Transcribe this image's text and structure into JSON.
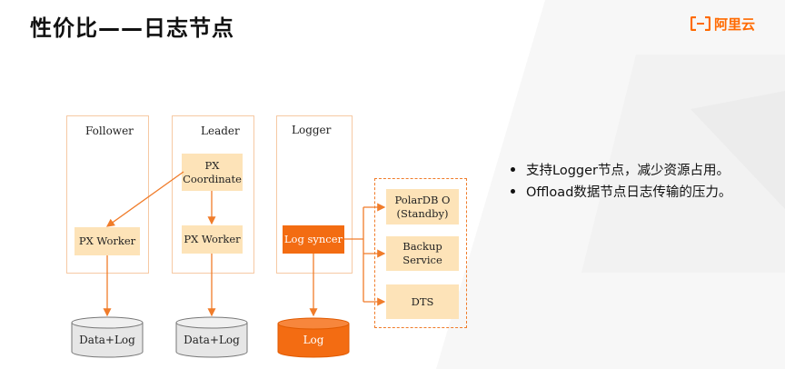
{
  "title": "性价比——日志节点",
  "logo": {
    "text": "阿里云",
    "icon": "aliyun-logo-icon",
    "color": "#ff6a00"
  },
  "columns": {
    "follower": {
      "label": "Follower",
      "node": "PX Worker",
      "storage": "Data+Log"
    },
    "leader": {
      "label": "Leader",
      "coordinate_line1": "PX",
      "coordinate_line2": "Coordinate",
      "node": "PX Worker",
      "storage": "Data+Log"
    },
    "logger": {
      "label": "Logger",
      "node": "Log syncer",
      "storage": "Log"
    }
  },
  "targets": {
    "polardb_line1": "PolarDB O",
    "polardb_line2": "(Standby)",
    "backup_line1": "Backup",
    "backup_line2": "Service",
    "dts": "DTS"
  },
  "bullets": [
    "支持Logger节点，减少资源占用。",
    "Offload数据节点日志传输的压力。"
  ],
  "colors": {
    "accent": "#f36c12",
    "node_light": "#fde3b8",
    "node_mid": "#fbd08f",
    "column_border": "#f6c9a4",
    "cylinder_gray": "#e6e6e6"
  }
}
